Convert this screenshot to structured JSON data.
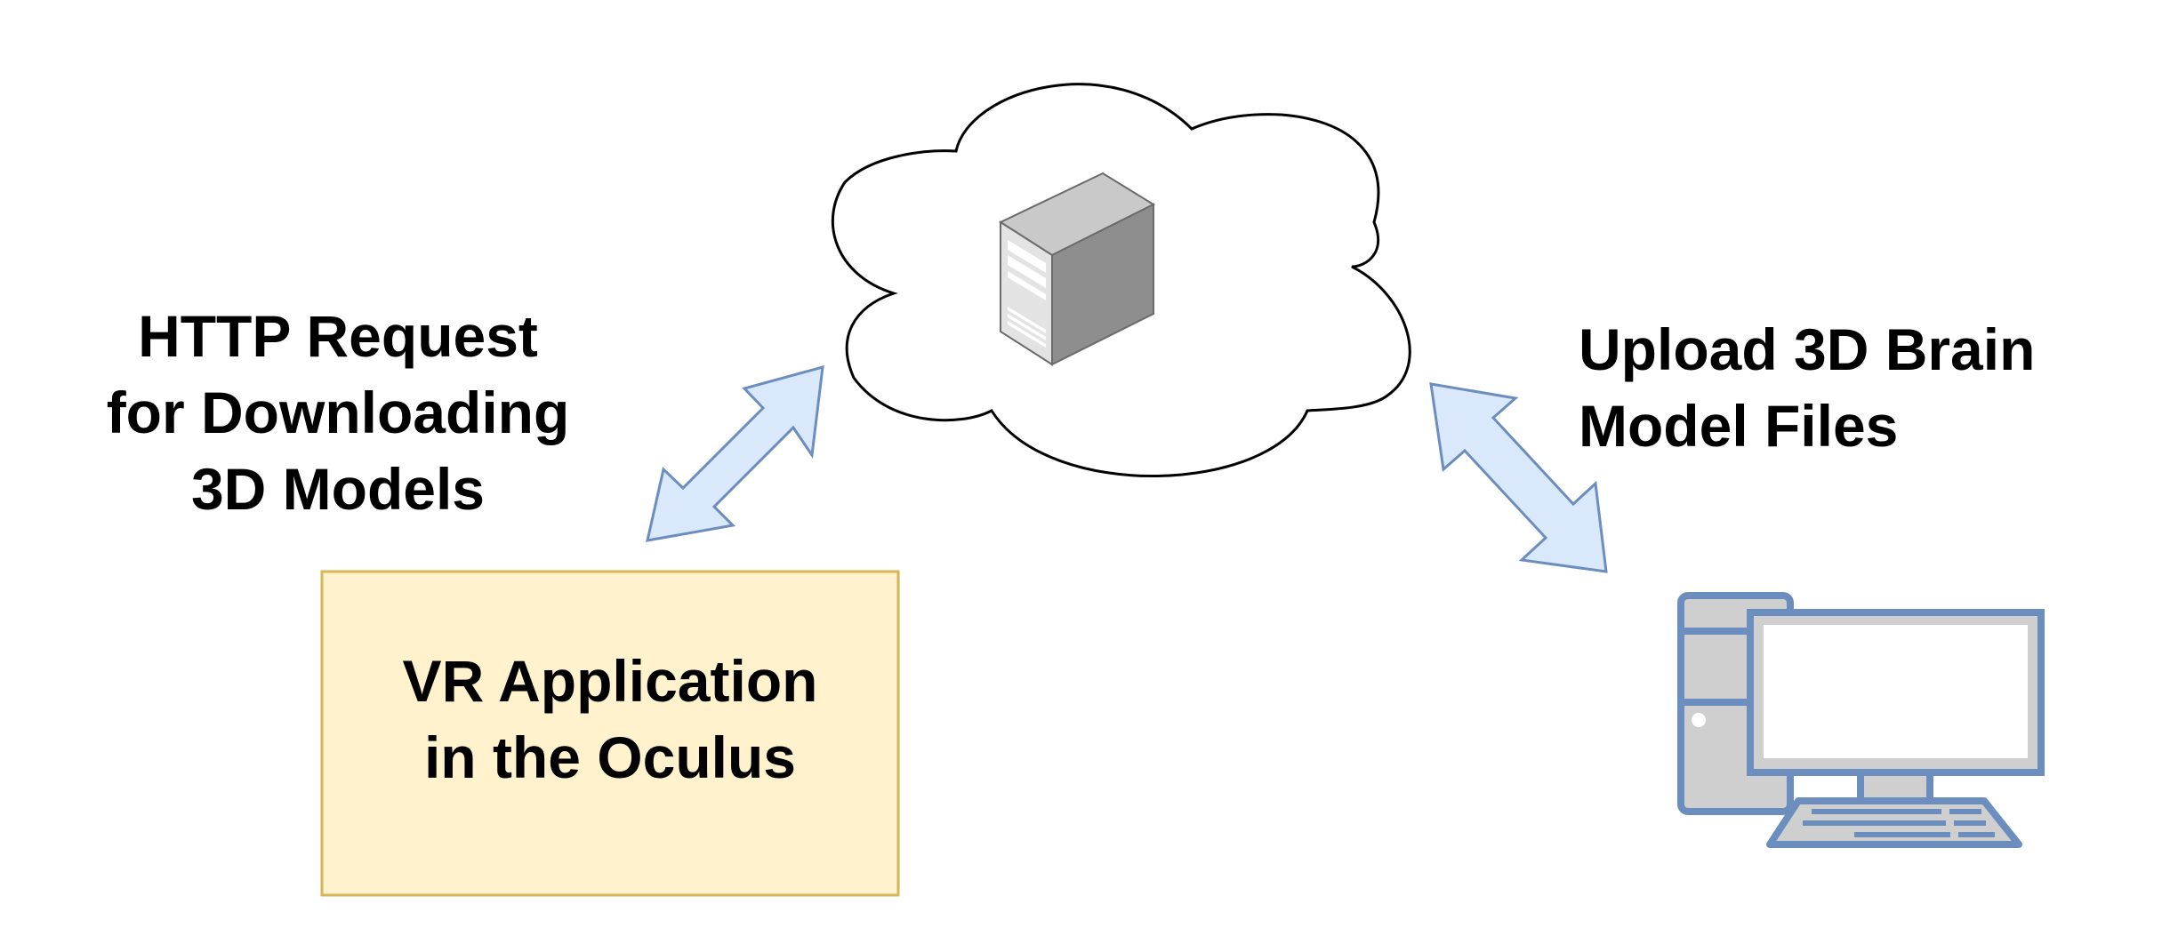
{
  "diagram": {
    "nodes": {
      "cloud_server": {
        "icon": "server-tower-icon"
      },
      "vr_app": {
        "lines": [
          "VR Application",
          "in the Oculus"
        ]
      },
      "desktop": {
        "icon": "desktop-computer-icon"
      }
    },
    "edges": {
      "http": {
        "lines": [
          "HTTP Request",
          "for Downloading",
          "3D Models"
        ],
        "bidirectional": true
      },
      "upload": {
        "lines": [
          "Upload 3D Brain",
          "Model Files"
        ],
        "bidirectional": true
      }
    }
  },
  "colors": {
    "vr_box_fill": "#fff2cc",
    "vr_box_stroke": "#d6b656",
    "arrow_fill": "#dae8fc",
    "arrow_stroke": "#6c8ebf",
    "computer_fill": "#cfcfcf",
    "computer_stroke": "#6c8ebf"
  }
}
